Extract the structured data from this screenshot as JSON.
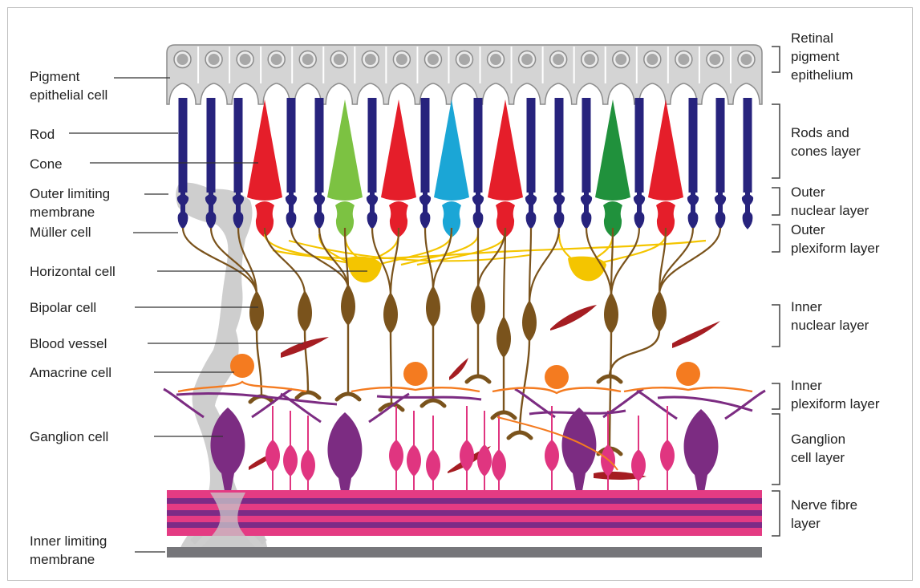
{
  "left_labels": [
    {
      "id": "pigment-epithelial-cell",
      "text": "Pigment\nepithelial cell"
    },
    {
      "id": "rod",
      "text": "Rod"
    },
    {
      "id": "cone",
      "text": "Cone"
    },
    {
      "id": "outer-limiting-membrane",
      "text": "Outer limiting\nmembrane"
    },
    {
      "id": "muller-cell",
      "text": "Müller cell"
    },
    {
      "id": "horizontal-cell",
      "text": "Horizontal cell"
    },
    {
      "id": "bipolar-cell",
      "text": "Bipolar cell"
    },
    {
      "id": "blood-vessel",
      "text": "Blood vessel"
    },
    {
      "id": "amacrine-cell",
      "text": "Amacrine cell"
    },
    {
      "id": "ganglion-cell",
      "text": "Ganglion cell"
    },
    {
      "id": "inner-limiting-membrane",
      "text": "Inner limiting\nmembrane"
    }
  ],
  "right_labels": [
    {
      "id": "retinal-pigment-epithelium",
      "text": "Retinal\npigment\nepithelium"
    },
    {
      "id": "rods-and-cones-layer",
      "text": "Rods and\ncones layer"
    },
    {
      "id": "outer-nuclear-layer",
      "text": "Outer\nnuclear layer"
    },
    {
      "id": "outer-plexiform-layer",
      "text": "Outer\nplexiform layer"
    },
    {
      "id": "inner-nuclear-layer",
      "text": "Inner\nnuclear layer"
    },
    {
      "id": "inner-plexiform-layer",
      "text": "Inner\nplexiform layer"
    },
    {
      "id": "ganglion-cell-layer",
      "text": "Ganglion\ncell layer"
    },
    {
      "id": "nerve-fibre-layer",
      "text": "Nerve fibre\nlayer"
    }
  ],
  "colors": {
    "rod": "#27237d",
    "cone_red": "#e51e2a",
    "cone_light_green": "#7cc242",
    "cone_cyan": "#1ba6d6",
    "cone_dark_green": "#20913c",
    "pigment_epithelium": "#d4d4d4",
    "pigment_nucleus": "#a8a8a8",
    "muller_cell": "#c9c9c9",
    "horizontal_cell": "#f4c500",
    "bipolar_cell": "#7a531c",
    "blood_vessel": "#a51d22",
    "amacrine_cell": "#f47b20",
    "ganglion_cell": "#7c2c82",
    "ganglion_small": "#e03580",
    "nerve_fibre_pink": "#e43b83",
    "nerve_fibre_purple": "#7c2b86",
    "inner_limiting_membrane": "#76767a",
    "leader_line": "#333333"
  }
}
